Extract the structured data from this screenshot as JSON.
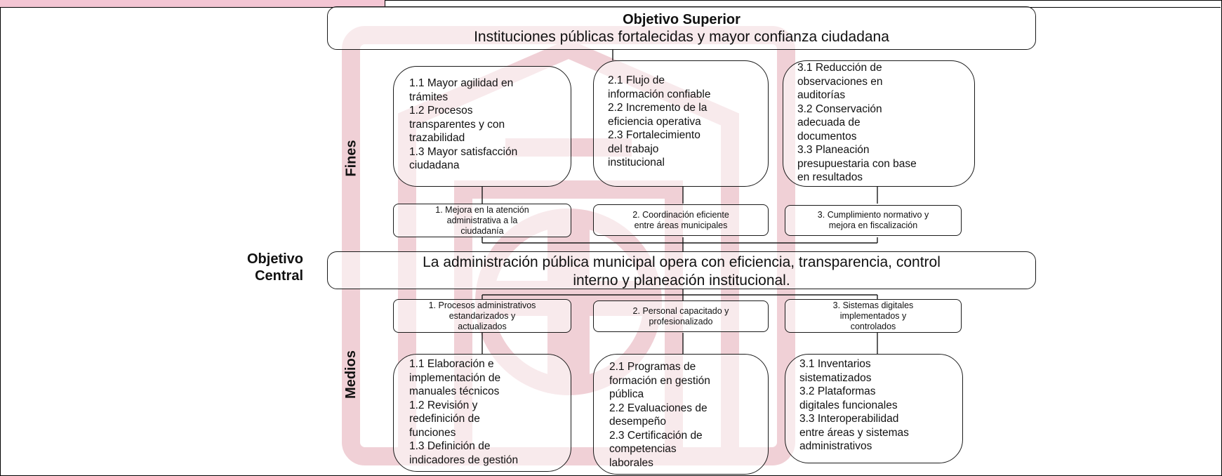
{
  "watermark": {
    "color": "#c0304a"
  },
  "objetivo_superior": {
    "title": "Objetivo Superior",
    "text": "Instituciones públicas fortalecidas y mayor confianza ciudadana"
  },
  "labels": {
    "fines": "Fines",
    "medios": "Medios",
    "objetivo_central_1": "Objetivo",
    "objetivo_central_2": "Central"
  },
  "fines": [
    {
      "lines": [
        "1.1 Mayor agilidad en",
        "trámites",
        "1.2 Procesos",
        "transparentes y con",
        "trazabilidad",
        "1.3 Mayor satisfacción",
        "ciudadana"
      ]
    },
    {
      "lines": [
        "2.1 Flujo de",
        "información confiable",
        "2.2 Incremento de la",
        "eficiencia operativa",
        "2.3 Fortalecimiento",
        "del trabajo",
        "institucional"
      ]
    },
    {
      "lines": [
        "3.1 Reducción de",
        "observaciones en",
        "auditorías",
        "3.2 Conservación",
        "adecuada de",
        "documentos",
        "3.3 Planeación",
        "presupuestaria con base",
        "en resultados"
      ]
    }
  ],
  "fines_summary": [
    {
      "lines": [
        "1. Mejora en la atención",
        "administrativa a la",
        "ciudadanía"
      ]
    },
    {
      "lines": [
        "2. Coordinación eficiente",
        "entre áreas municipales"
      ]
    },
    {
      "lines": [
        "3. Cumplimiento normativo y",
        "mejora en fiscalización"
      ]
    }
  ],
  "objetivo_central": {
    "lines": [
      "La administración pública municipal opera con eficiencia, transparencia, control",
      "interno y planeación institucional."
    ]
  },
  "medios_summary": [
    {
      "lines": [
        "1. Procesos administrativos",
        "estandarizados y",
        "actualizados"
      ]
    },
    {
      "lines": [
        "2. Personal capacitado y",
        "profesionalizado"
      ]
    },
    {
      "lines": [
        "3. Sistemas digitales",
        "implementados y",
        "controlados"
      ]
    }
  ],
  "medios": [
    {
      "lines": [
        "1.1 Elaboración e",
        "implementación de",
        "manuales técnicos",
        "1.2 Revisión y",
        "redefinición de",
        "funciones",
        "1.3 Definición de",
        "indicadores de gestión"
      ]
    },
    {
      "lines": [
        "2.1 Programas de",
        "formación en gestión",
        "pública",
        "2.2 Evaluaciones de",
        "desempeño",
        "2.3 Certificación de",
        "competencias",
        "laborales"
      ]
    },
    {
      "lines": [
        "3.1 Inventarios",
        "sistematizados",
        "3.2 Plataformas",
        "digitales funcionales",
        "3.3 Interoperabilidad",
        "entre áreas y sistemas",
        "administrativos"
      ]
    }
  ]
}
